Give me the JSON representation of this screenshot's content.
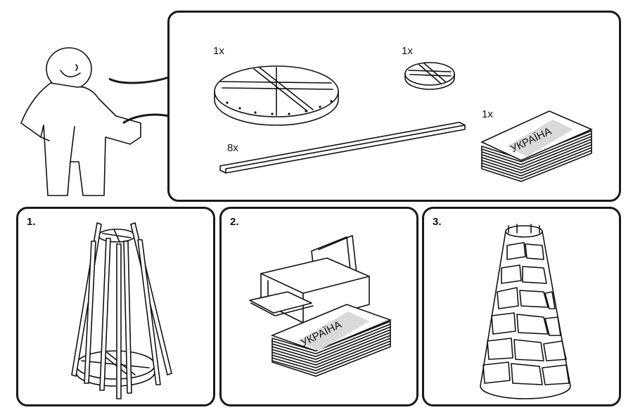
{
  "parts": {
    "large_ring": {
      "qty": "1x",
      "icon": "large-round-frame-icon"
    },
    "small_ring": {
      "qty": "1x",
      "icon": "small-round-frame-icon"
    },
    "stick": {
      "qty": "8x",
      "icon": "wooden-stick-icon"
    },
    "paper": {
      "qty": "1x",
      "icon": "paper-stack-icon",
      "label": "УКРАЇНА"
    }
  },
  "steps": [
    {
      "number": "1.",
      "icon": "frame-assembly-icon"
    },
    {
      "number": "2.",
      "icon": "printer-icon",
      "paper_label": "УКРАЇНА"
    },
    {
      "number": "3.",
      "icon": "paper-tower-icon"
    }
  ]
}
